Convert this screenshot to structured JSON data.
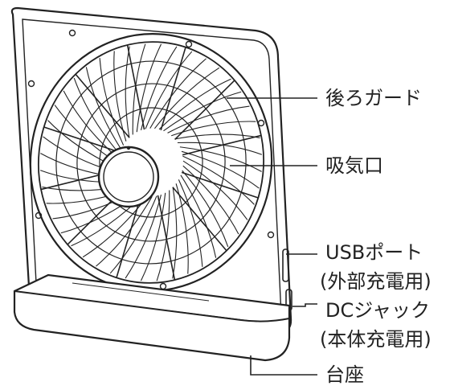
{
  "diagram": {
    "colors": {
      "ink": "#222222",
      "background": "#ffffff"
    },
    "labels": {
      "rear_guard": "後ろガード",
      "air_intake": "吸気口",
      "usb_port_line1": "USBポート",
      "usb_port_line2": "(外部充電用)",
      "dc_jack_line1": "DCジャック",
      "dc_jack_line2": "(本体充電用)",
      "base": "台座"
    }
  }
}
